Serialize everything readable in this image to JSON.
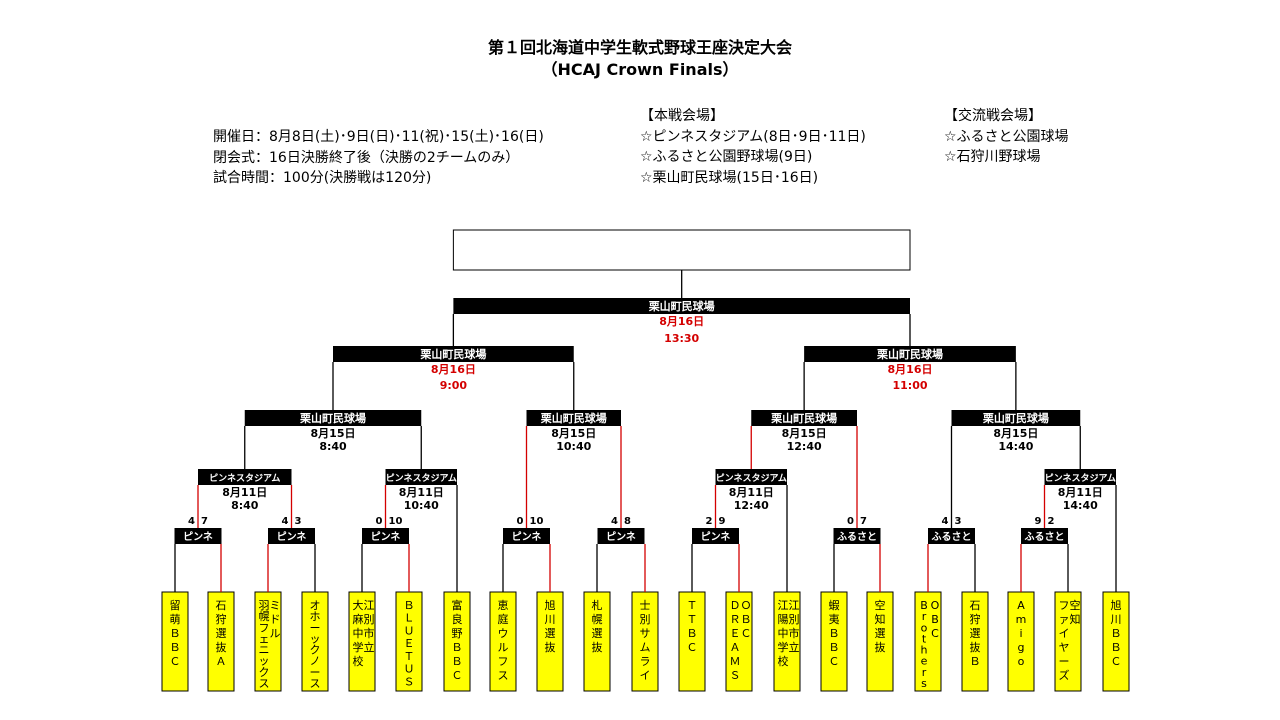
{
  "title": {
    "line1": "第１回北海道中学生軟式野球王座決定大会",
    "line2": "（HCAJ Crown Finals）"
  },
  "info_left": [
    "開催日：8月8日(土)･9日(日)･11(祝)･15(土)･16(日)",
    "閉会式：16日決勝終了後（決勝の2チームのみ）",
    "試合時間：100分(決勝戦は120分)"
  ],
  "info_mid": {
    "heading": "【本戦会場】",
    "items": [
      "☆ピンネスタジアム(8日･9日･11日)",
      "☆ふるさと公園野球場(9日)",
      "☆栗山町民球場(15日･16日)"
    ]
  },
  "info_right": {
    "heading": "【交流戦会場】",
    "items": [
      "☆ふるさと公園球場",
      "☆石狩川野球場"
    ]
  },
  "champion_box": "",
  "colors": {
    "team_fill": "#ffff00",
    "win_line": "#d40000",
    "normal_line": "#000000",
    "venue_fill": "#000000",
    "venue_text": "#ffffff",
    "highlight_text": "#d40000"
  },
  "teams": [
    {
      "name": "留萌ＢＢＣ"
    },
    {
      "name": "石狩選抜Ａ"
    },
    {
      "name": "羽幌フェニックス",
      "sub": "ミドル"
    },
    {
      "name": "オホーックノース"
    },
    {
      "name": "大麻中学校",
      "sub": "江別市立"
    },
    {
      "name": "ＢＬＵＥＴＵＳ"
    },
    {
      "name": "富良野ＢＢＣ"
    },
    {
      "name": "恵庭ウルフス"
    },
    {
      "name": "旭川選抜"
    },
    {
      "name": "札幌選抜"
    },
    {
      "name": "士別サムライ"
    },
    {
      "name": "ＴＴＢＣ"
    },
    {
      "name": "ＤＲＥＡＭＳ",
      "sub": "ＯＢＣ"
    },
    {
      "name": "江陽中学校",
      "sub": "江別市立"
    },
    {
      "name": "蝦夷ＢＢＣ"
    },
    {
      "name": "空知選抜"
    },
    {
      "name": "Brothers",
      "sub": "OBC"
    },
    {
      "name": "石狩選抜Ｂ"
    },
    {
      "name": "Amigo"
    },
    {
      "name": "ファイヤーズ",
      "sub": "空知"
    },
    {
      "name": "旭川ＢＢＣ"
    }
  ],
  "r1": [
    {
      "venue": "ピンネ",
      "s1": "4",
      "s2": "7"
    },
    {
      "venue": "ピンネ",
      "s1": "4",
      "s2": "3"
    },
    {
      "venue": "ピンネ",
      "s1": "0",
      "s2": "10"
    },
    {
      "venue": "ピンネ",
      "s1": "0",
      "s2": "10"
    },
    {
      "venue": "ピンネ",
      "s1": "4",
      "s2": "8"
    },
    {
      "venue": "ピンネ",
      "s1": "2",
      "s2": "9"
    },
    {
      "venue": "ふるさと",
      "s1": "0",
      "s2": "7"
    },
    {
      "venue": "ふるさと",
      "s1": "4",
      "s2": "3"
    },
    {
      "venue": "ふるさと",
      "s1": "9",
      "s2": "2"
    }
  ],
  "r2": [
    {
      "venue": "ピンネスタジアム",
      "date": "8月11日",
      "time": "8:40"
    },
    {
      "venue": "ピンネスタジアム",
      "date": "8月11日",
      "time": "10:40"
    },
    {
      "venue": "ピンネスタジアム",
      "date": "8月11日",
      "time": "12:40"
    },
    {
      "venue": "ピンネスタジアム",
      "date": "8月11日",
      "time": "14:40"
    }
  ],
  "qf": [
    {
      "venue": "栗山町民球場",
      "date": "8月15日",
      "time": "8:40"
    },
    {
      "venue": "栗山町民球場",
      "date": "8月15日",
      "time": "10:40"
    },
    {
      "venue": "栗山町民球場",
      "date": "8月15日",
      "time": "12:40"
    },
    {
      "venue": "栗山町民球場",
      "date": "8月15日",
      "time": "14:40"
    }
  ],
  "sf": [
    {
      "venue": "栗山町民球場",
      "date": "8月16日",
      "time": "9:00"
    },
    {
      "venue": "栗山町民球場",
      "date": "8月16日",
      "time": "11:00"
    }
  ],
  "final": {
    "venue": "栗山町民球場",
    "date": "8月16日",
    "time": "13:30"
  }
}
